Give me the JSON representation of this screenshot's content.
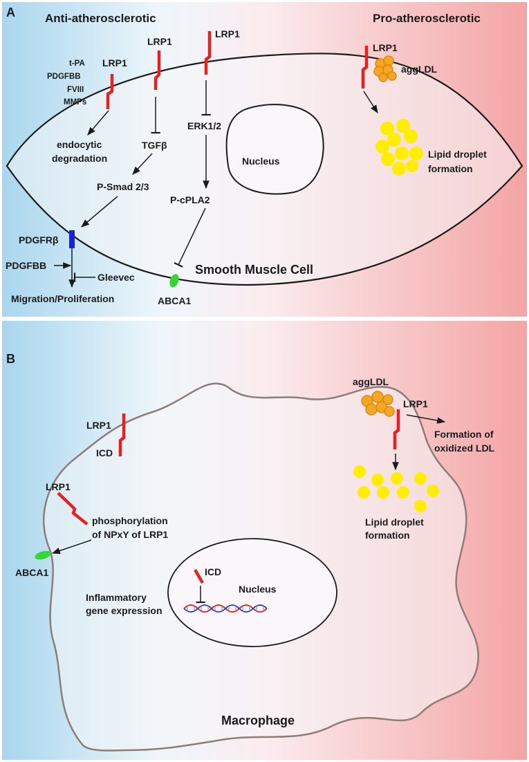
{
  "panel_a": {
    "letter": "A",
    "left_heading": "Anti-atherosclerotic",
    "right_heading": "Pro-atherosclerotic",
    "cell_name": "Smooth Muscle Cell",
    "nucleus": "Nucleus",
    "ligands": [
      "t-PA",
      "PDGFBB",
      "FVIII",
      "MMPs"
    ],
    "receptor": "LRP1",
    "endocytic": [
      "endocytic",
      "degradation"
    ],
    "tgfb": "TGFβ",
    "psmad": "P-Smad 2/3",
    "pdgfrb": "PDGFRβ",
    "pdgfbb": "PDGFBB",
    "gleevec": "Gleevec",
    "migration": "Migration/Proliferation",
    "erk": "ERK1/2",
    "pcpla2": "P-cPLA2",
    "abca1": "ABCA1",
    "aggldl": "aggLDL",
    "lipid": [
      "Lipid droplet",
      "formation"
    ]
  },
  "panel_b": {
    "letter": "B",
    "cell_name": "Macrophage",
    "nucleus": "Nucleus",
    "receptor": "LRP1",
    "icd": "ICD",
    "phospho": [
      "phosphorylation",
      "of NPxY of LRP1"
    ],
    "abca1": "ABCA1",
    "inflammatory": [
      "Inflammatory",
      "gene expression"
    ],
    "aggldl": "aggLDL",
    "oxidized": [
      "Formation of",
      "oxidized LDL"
    ],
    "lipid": [
      "Lipid droplet",
      "formation"
    ]
  },
  "colors": {
    "receptor": "#e8201f",
    "pdgfr": "#1f1fd6",
    "abca1": "#33d633",
    "lipid": "#ffee00",
    "aggldl": "#f5a623",
    "left_bg": "#a9d6ee",
    "right_bg": "#f4a4a4",
    "membrane": "#8c7d76"
  }
}
